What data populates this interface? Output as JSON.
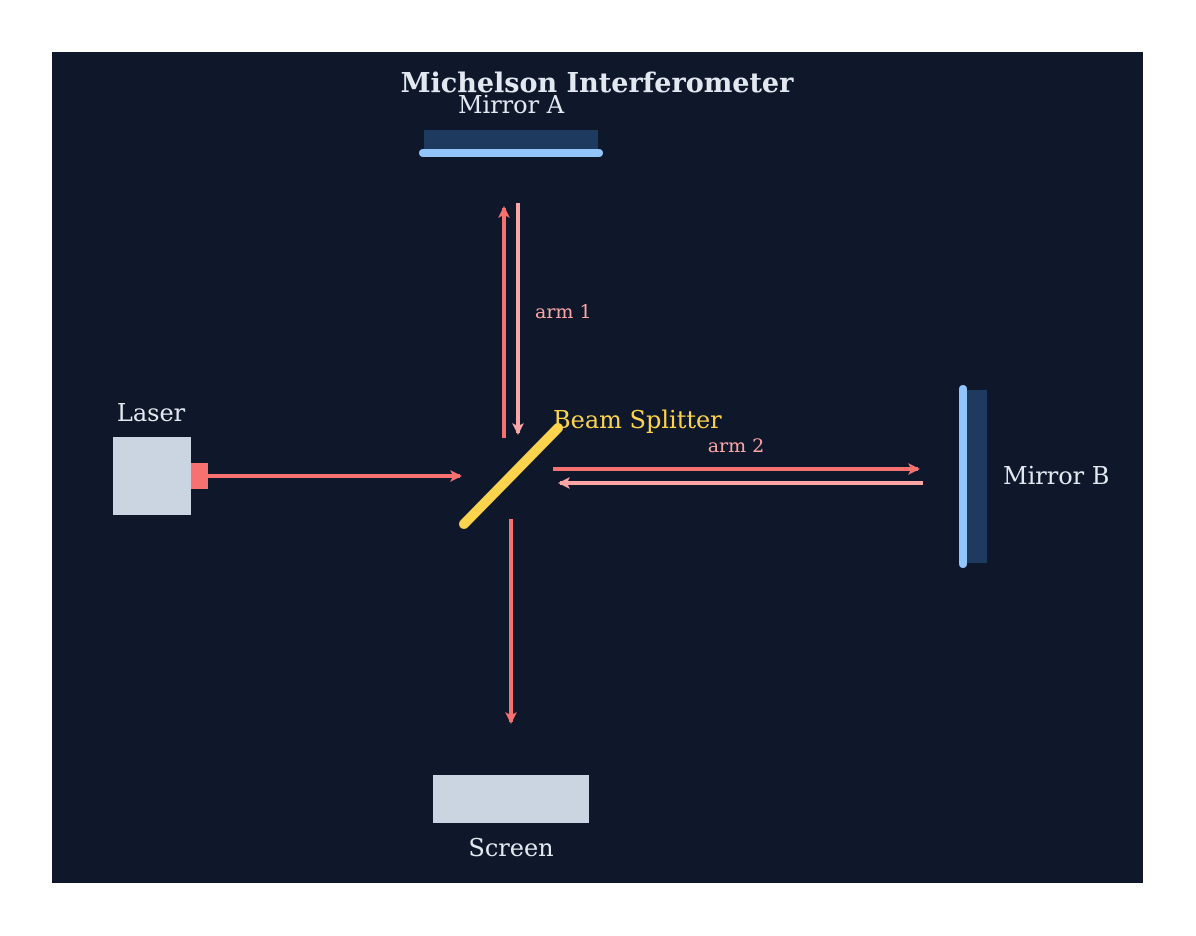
{
  "title": "Michelson Interferometer",
  "labels": {
    "laser": "Laser",
    "mirror_a": "Mirror A",
    "mirror_b": "Mirror B",
    "beam_splitter": "Beam Splitter",
    "screen": "Screen",
    "arm1": "arm 1",
    "arm2": "arm 2"
  },
  "colors": {
    "background": "#0f172a",
    "panel_text": "#e2e8f0",
    "component_fill": "#cbd5e1",
    "mirror_backing": "#1e3a5f",
    "mirror_surface": "#93c5fd",
    "beam": "#f87171",
    "beam_return": "#fca5a5",
    "splitter": "#fcd34d",
    "splitter_label": "#fcd34d",
    "arm_label": "#fca5a5"
  }
}
